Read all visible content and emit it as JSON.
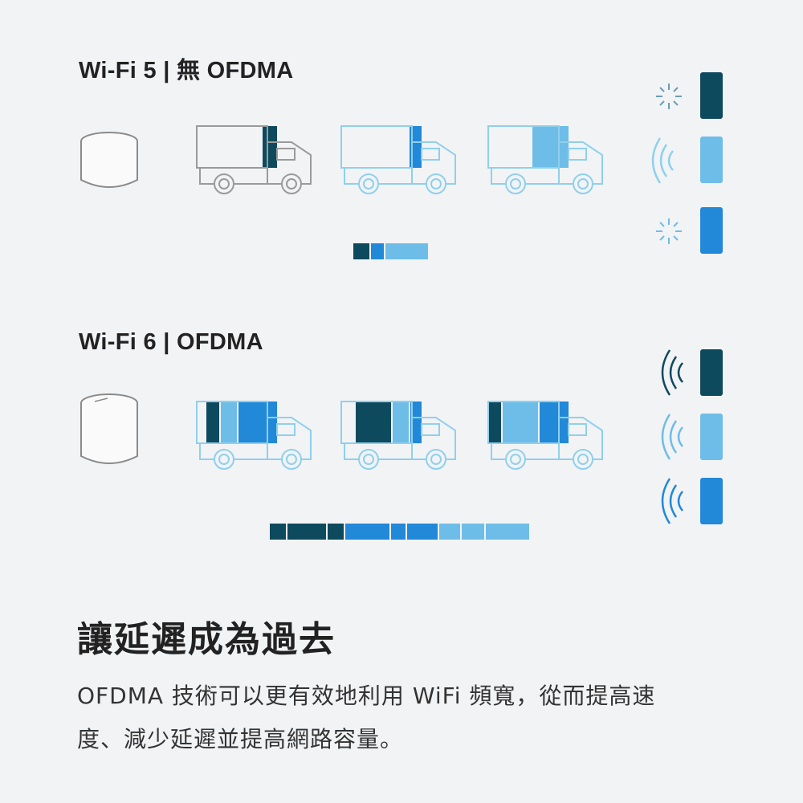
{
  "wifi5": {
    "title": "Wi-Fi 5 | 無 OFDMA"
  },
  "wifi6": {
    "title": "Wi-Fi 6 | OFDMA"
  },
  "headline": "讓延遲成為過去",
  "description": {
    "line1": "OFDMA 技術可以更有效地利用 WiFi 頻寬，從而提高速",
    "line2": "度、減少延遲並提高網路容量。"
  },
  "colors": {
    "dark": "#0e4a5e",
    "mid": "#2288d8",
    "light": "#6ebde8",
    "outline_dark": "#8a8a8a",
    "outline_light": "#8fd0ec"
  },
  "icons": [
    "router-icon",
    "truck-icon",
    "phone-icon",
    "signal-waves-icon",
    "no-signal-icon",
    "data-bar"
  ]
}
